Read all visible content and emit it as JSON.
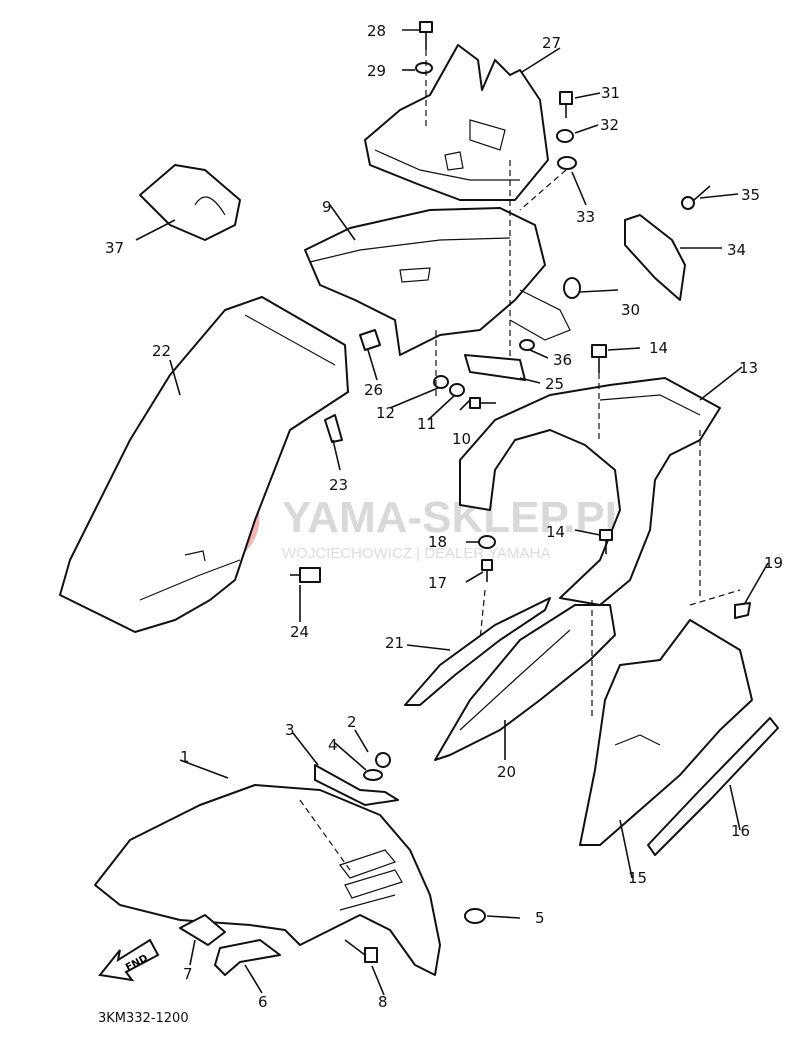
{
  "diagram": {
    "code": "3KM332-1200",
    "watermark": {
      "title": "YAMA-SKLEP.PL",
      "subtitle": "WOJCIECHOWICZ | DEALER YAMAHA",
      "logo_color": "#e8a0a0"
    },
    "find_arrow": {
      "text": "FND",
      "icon": "arrow-icon"
    },
    "callouts": [
      "1",
      "2",
      "3",
      "4",
      "5",
      "6",
      "7",
      "8",
      "9",
      "10",
      "11",
      "12",
      "13",
      "14",
      "14",
      "15",
      "16",
      "17",
      "18",
      "19",
      "20",
      "21",
      "22",
      "23",
      "24",
      "25",
      "26",
      "27",
      "28",
      "29",
      "30",
      "31",
      "32",
      "33",
      "34",
      "35",
      "36",
      "37"
    ]
  }
}
